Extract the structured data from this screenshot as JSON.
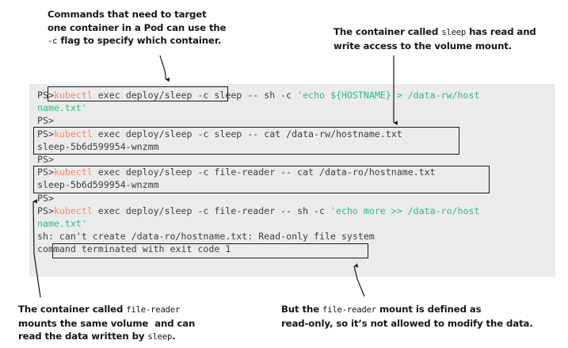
{
  "callouts": {
    "top_left": {
      "name": "commands-target-container-callout",
      "lines": [
        [
          {
            "t": "Commands that need to target",
            "mono": false
          }
        ],
        [
          {
            "t": "one container in a Pod can use the",
            "mono": false
          }
        ],
        [
          {
            "t": "-c",
            "mono": true
          },
          {
            "t": " flag to specify which container.",
            "mono": false
          }
        ]
      ]
    },
    "top_right": {
      "name": "sleep-read-write-callout",
      "lines": [
        [
          {
            "t": "The container called ",
            "mono": false
          },
          {
            "t": "sleep",
            "mono": true
          },
          {
            "t": " has read and",
            "mono": false
          }
        ],
        [
          {
            "t": "write access to the volume mount.",
            "mono": false
          }
        ]
      ]
    },
    "bottom_left": {
      "name": "file-reader-mounts-callout",
      "lines": [
        [
          {
            "t": "The container called ",
            "mono": false
          },
          {
            "t": "file-reader",
            "mono": true
          }
        ],
        [
          {
            "t": "mounts the same volume  and can",
            "mono": false
          }
        ],
        [
          {
            "t": "read the data written by ",
            "mono": false
          },
          {
            "t": "sleep",
            "mono": true
          },
          {
            "t": ".",
            "mono": false
          }
        ]
      ]
    },
    "bottom_right": {
      "name": "file-reader-readonly-callout",
      "lines": [
        [
          {
            "t": "But the ",
            "mono": false
          },
          {
            "t": "file-reader",
            "mono": true
          },
          {
            "t": " mount is defined as",
            "mono": false
          }
        ],
        [
          {
            "t": "read-only, so it’s not allowed to modify the data.",
            "mono": false
          }
        ]
      ]
    }
  },
  "terminal": {
    "name": "powershell-terminal",
    "background": "#ebebeb",
    "prompt": "PS>",
    "colors": {
      "prompt": "#3d3d3d",
      "command": "#f2886b",
      "string": "#2fbd7e",
      "text": "#3f3f3f"
    },
    "lines": [
      [
        {
          "t": "PS>",
          "c": "ps"
        },
        {
          "t": "kubectl",
          "c": "cmd"
        },
        {
          "t": " exec deploy/sleep -c sleep -- sh -c ",
          "c": "plain"
        },
        {
          "t": "'echo ${HOSTNAME} > /data-rw/host",
          "c": "str"
        }
      ],
      [
        {
          "t": "name.txt'",
          "c": "str"
        }
      ],
      [
        {
          "t": "PS>",
          "c": "ps"
        }
      ],
      [
        {
          "t": "PS>",
          "c": "ps"
        },
        {
          "t": "kubectl",
          "c": "cmd"
        },
        {
          "t": " exec deploy/sleep -c sleep -- cat /data-rw/hostname.txt",
          "c": "plain"
        }
      ],
      [
        {
          "t": "sleep-5b6d599954-wnzmm",
          "c": "plain"
        }
      ],
      [
        {
          "t": "PS>",
          "c": "ps"
        }
      ],
      [
        {
          "t": "PS>",
          "c": "ps"
        },
        {
          "t": "kubectl",
          "c": "cmd"
        },
        {
          "t": " exec deploy/sleep -c file-reader -- cat /data-ro/hostname.txt",
          "c": "plain"
        }
      ],
      [
        {
          "t": "sleep-5b6d599954-wnzmm",
          "c": "plain"
        }
      ],
      [
        {
          "t": "PS>",
          "c": "ps"
        }
      ],
      [
        {
          "t": "PS>",
          "c": "ps"
        },
        {
          "t": "kubectl",
          "c": "cmd"
        },
        {
          "t": " exec deploy/sleep -c file-reader -- sh -c ",
          "c": "plain"
        },
        {
          "t": "'echo more >> /data-ro/host",
          "c": "str"
        }
      ],
      [
        {
          "t": "name.txt'",
          "c": "str"
        }
      ],
      [
        {
          "t": "sh: can't create /data-ro/hostname.txt: Read-only file system",
          "c": "plain"
        }
      ],
      [
        {
          "t": "command terminated with exit code 1",
          "c": "plain"
        }
      ]
    ],
    "highlights": [
      {
        "name": "highlight-c-flag-sleep"
      },
      {
        "name": "highlight-cat-rw-command"
      },
      {
        "name": "highlight-cat-ro-command"
      },
      {
        "name": "highlight-readonly-error"
      }
    ]
  }
}
